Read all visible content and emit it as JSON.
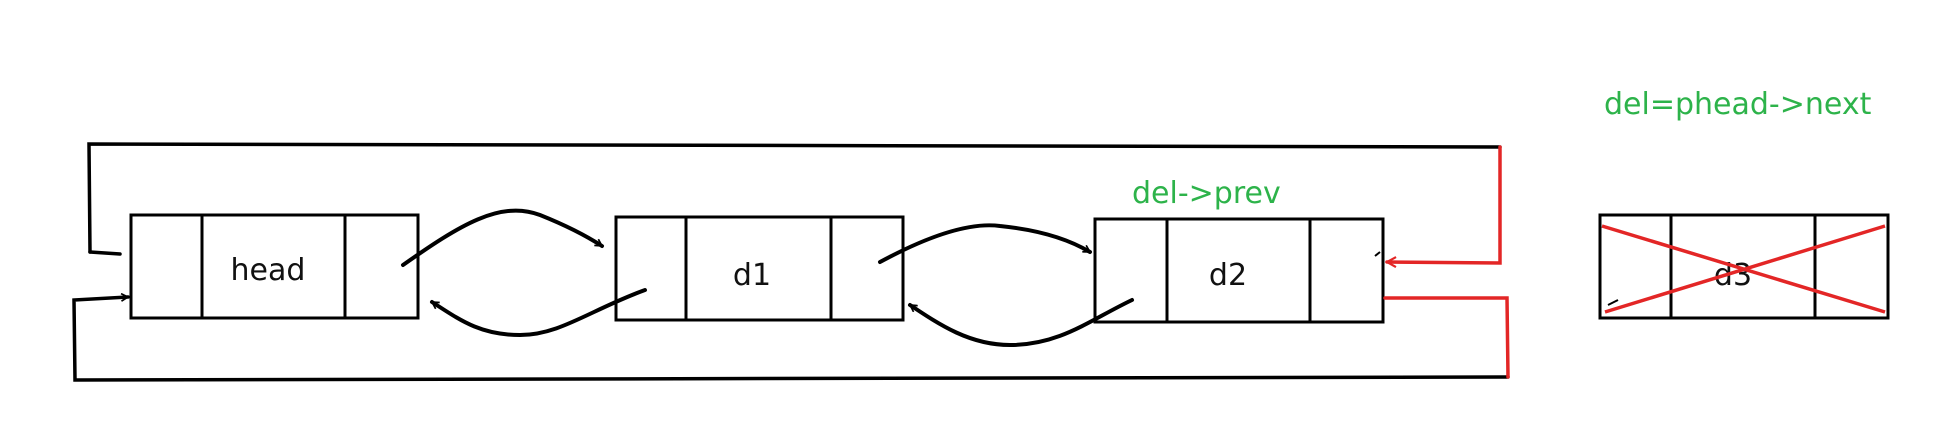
{
  "colors": {
    "ink": "#000000",
    "highlight": "#e32626",
    "annotation": "#2db34a"
  },
  "nodes": [
    {
      "label": "head"
    },
    {
      "label": "d1"
    },
    {
      "label": "d2"
    },
    {
      "label": "d3",
      "struck_out": true
    }
  ],
  "annotations": {
    "prev": "del->prev",
    "del_assign": "del=phead->next"
  }
}
